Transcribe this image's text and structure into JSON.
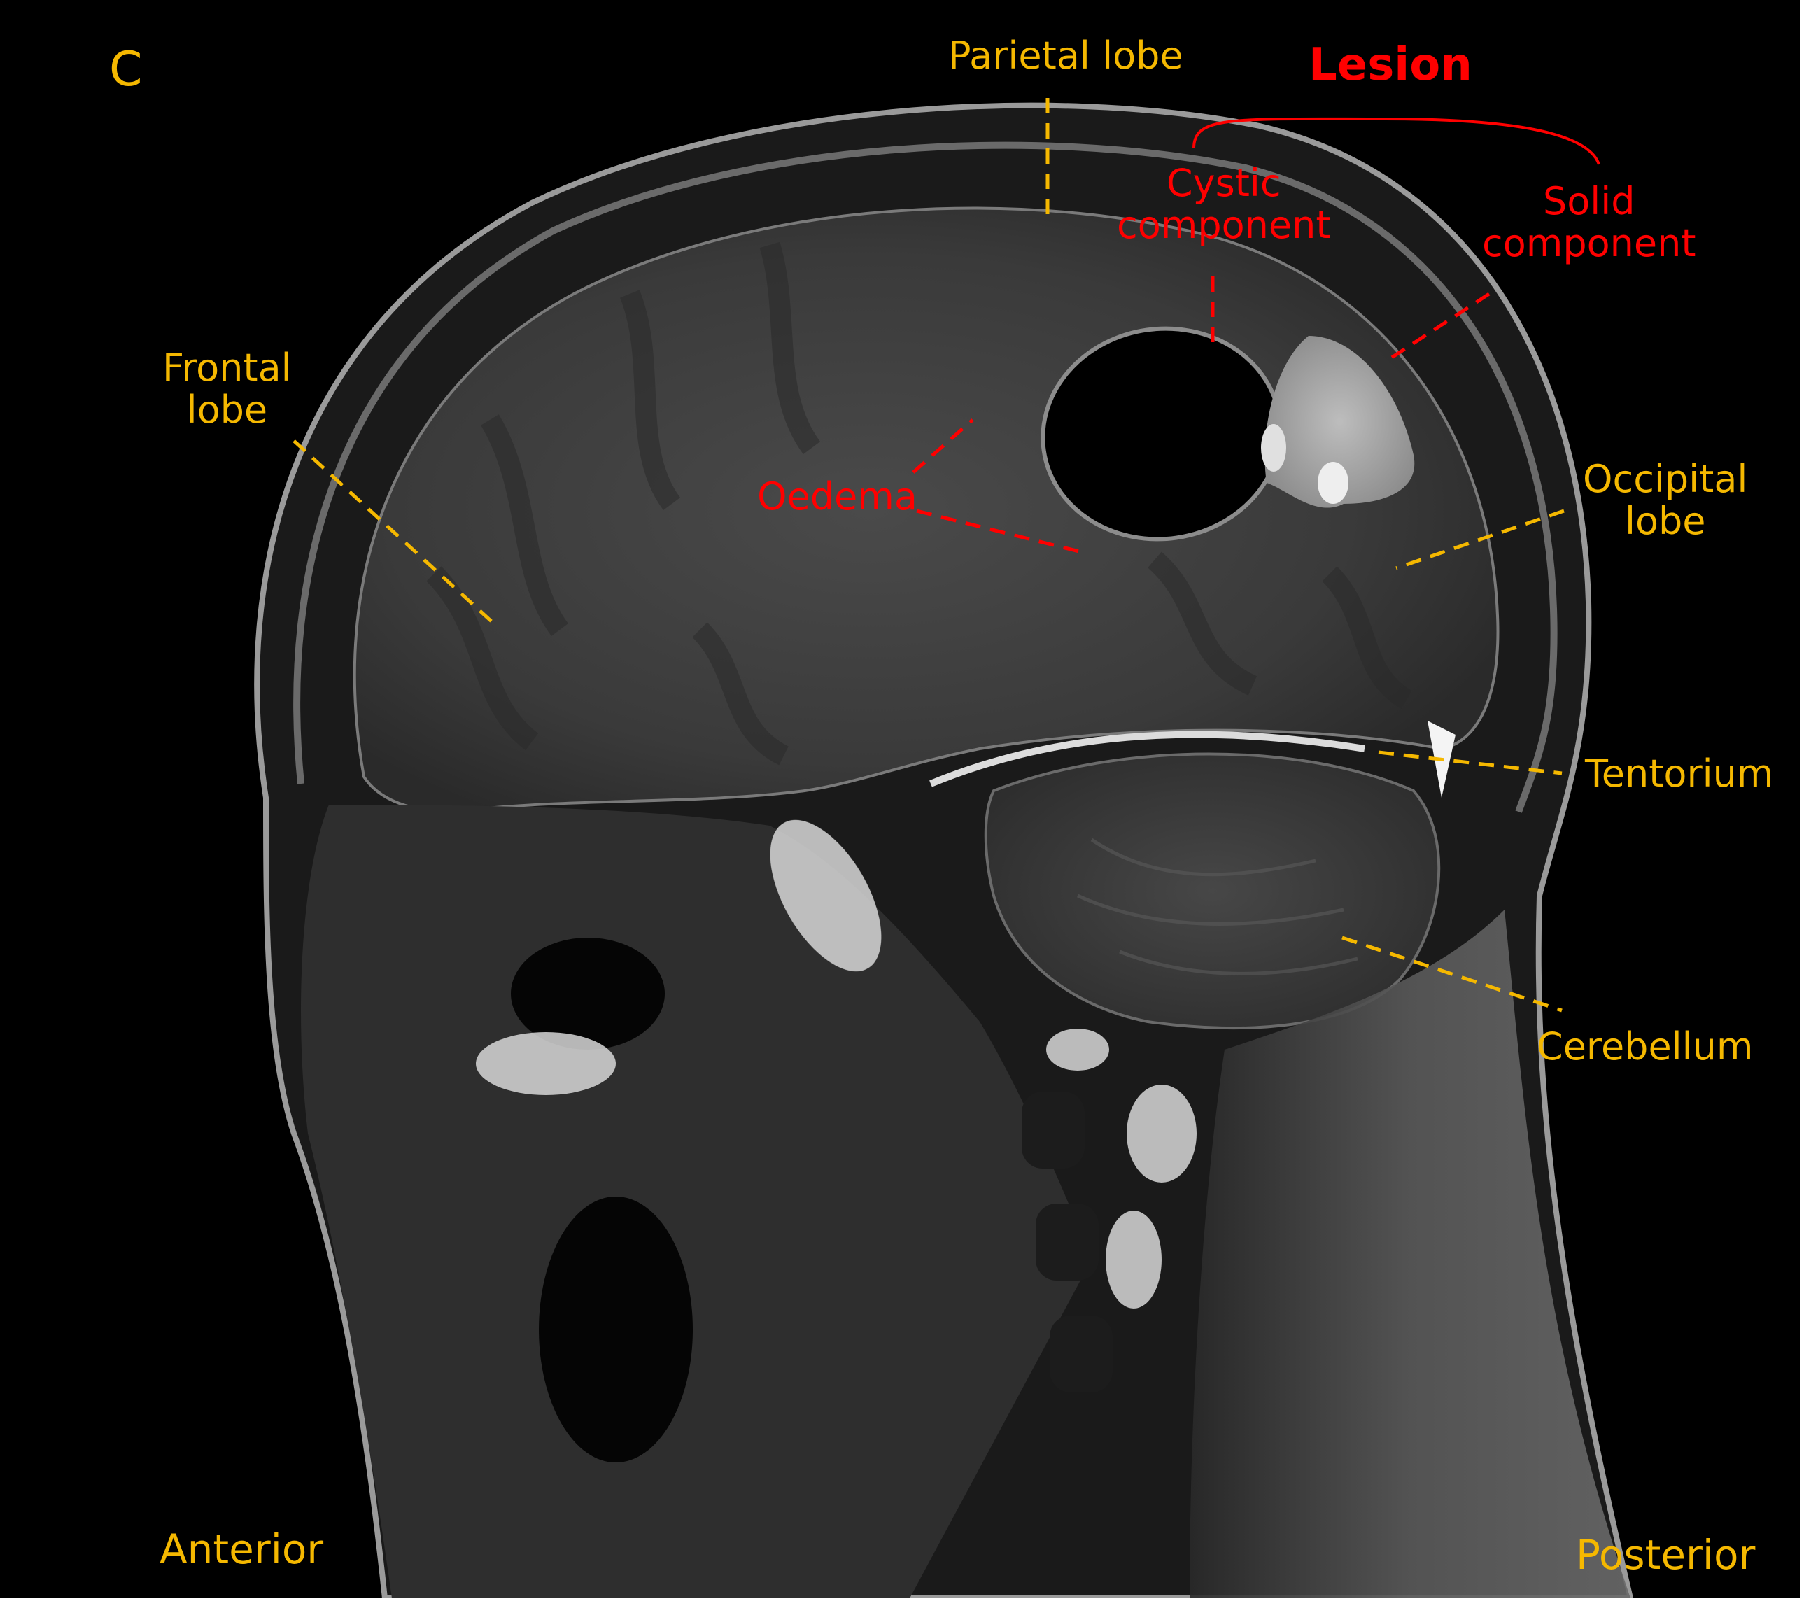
{
  "figure": {
    "panel_letter": "C",
    "modality": "Sagittal MRI of the head",
    "colors": {
      "anatomy_label": "#f5b800",
      "lesion_label": "#ff0000",
      "background": "#000000"
    }
  },
  "labels": {
    "parietal": "Parietal lobe",
    "frontal_1": "Frontal",
    "frontal_2": "lobe",
    "occipital_1": "Occipital",
    "occipital_2": "lobe",
    "tentorium": "Tentorium",
    "cerebellum": "Cerebellum",
    "anterior": "Anterior",
    "posterior": "Posterior"
  },
  "lesion": {
    "title": "Lesion",
    "cystic_1": "Cystic",
    "cystic_2": "component",
    "solid_1": "Solid",
    "solid_2": "component",
    "oedema": "Oedema"
  }
}
